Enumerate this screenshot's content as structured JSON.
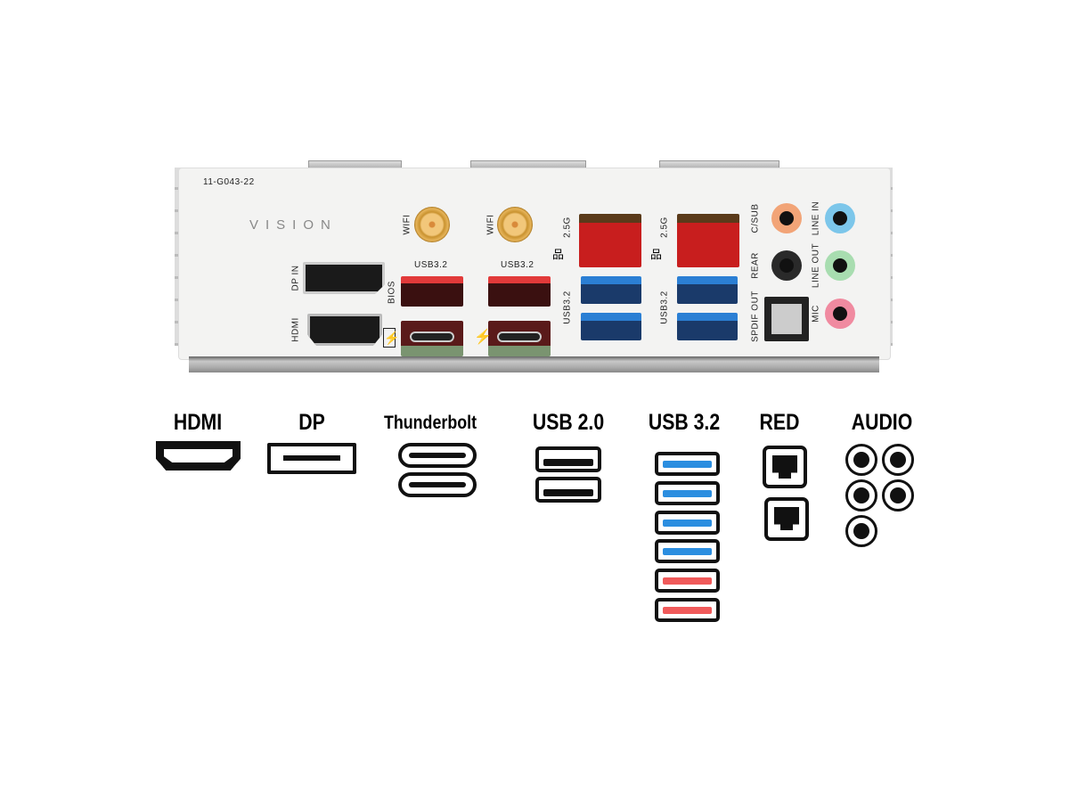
{
  "panel": {
    "part_number": "11-G043-22",
    "brand": "VISION",
    "wifi_label": "WIFI",
    "dp_label": "DP IN",
    "hdmi_label": "HDMI",
    "bios_label": "BIOS",
    "usb_label": "USB3.2",
    "lan_label": "2.5G",
    "audio": {
      "csub": "C/SUB",
      "rear": "REAR",
      "spdif": "SPDIF OUT",
      "line_in": "LINE IN",
      "line_out": "LINE OUT",
      "mic": "MIC"
    },
    "colors": {
      "usb_red": "#d42a2a",
      "usb_blue": "#1f6fc4",
      "lan_red": "#c81e1e",
      "csub": "#f2a477",
      "line_in": "#7cc6ea",
      "line_out": "#a8ddb0",
      "mic": "#f08aa0"
    }
  },
  "legend": {
    "hdmi": "HDMI",
    "dp": "DP",
    "thunderbolt": "Thunderbolt",
    "usb20": "USB 2.0",
    "usb32": "USB 3.2",
    "red": "RED",
    "audio": "AUDIO",
    "usb32_colors": [
      "#2b8ee0",
      "#2b8ee0",
      "#2b8ee0",
      "#2b8ee0",
      "#f05a5a",
      "#f05a5a"
    ]
  }
}
